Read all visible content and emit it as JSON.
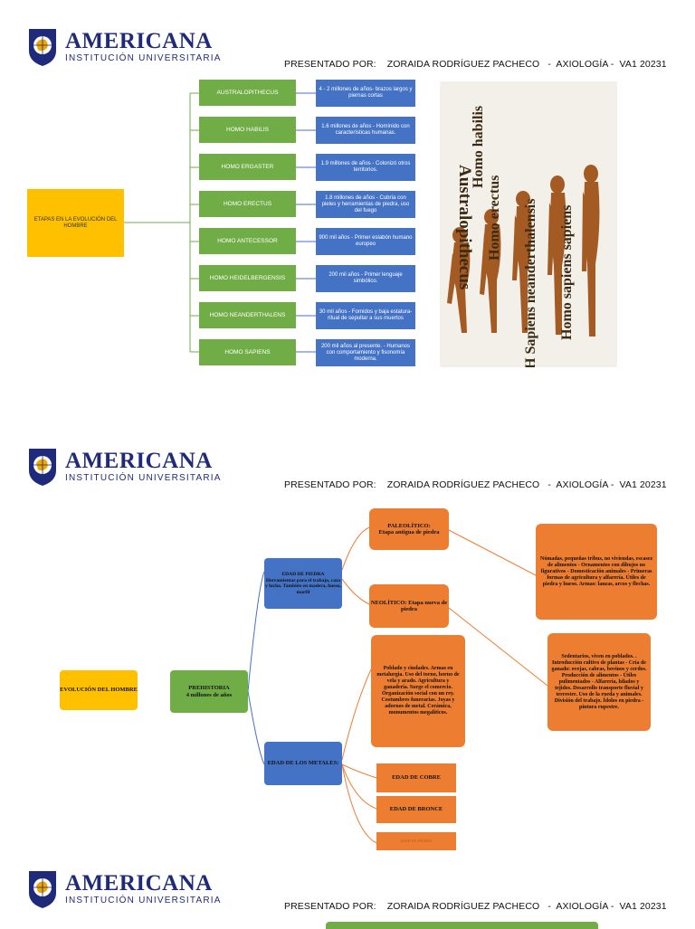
{
  "header": {
    "logo_name": "AMERICANA",
    "logo_subtitle": "INSTITUCIÓN UNIVERSITARIA",
    "presented": "PRESENTADO POR:    ZORAIDA RODRÍGUEZ PACHECO   -  AXIOLOGÍA -  VA1 20231"
  },
  "page1": {
    "root": "ETAPAS EN LA EVOLUCIÓN DEL HOMBRE",
    "stages": [
      {
        "name": "AUSTRALOPITHECUS",
        "desc": "4 - 2 millones de años- brazos largos y piernas cortas"
      },
      {
        "name": "HOMO HABILIS",
        "desc": "1.6 millones de años -  Homínido con características humanas."
      },
      {
        "name": "HOMO ERGASTER",
        "desc": "1.9 millones de años - Colonizó otros territorios."
      },
      {
        "name": "HOMO ERECTUS",
        "desc": "1.8 millones de años -  Cubría con pieles y herramientas de piedra, uso del fuego"
      },
      {
        "name": "HOMO ANTECESSOR",
        "desc": "900 mil  años -  Primer eslabón humano europeo"
      },
      {
        "name": "HOMO HEIDELBERGENSIS",
        "desc": "200 mil años - Primer lenguaje simbólico."
      },
      {
        "name": "HOMO NEANDERTHALENS",
        "desc": "30 mil años - Fornidos y baja estatura- ritual de sepultar a sus muertos"
      },
      {
        "name": "HOMO SAPIENS",
        "desc": "200 mil años al presente. - Humanos con comportamiento y fisonomía moderna."
      }
    ],
    "image_labels": [
      "Australopithecus",
      "Homo habilis",
      "Homo erectus",
      "H Sapiens neanderthalensis",
      "Homo sapiens sapiens"
    ]
  },
  "page2": {
    "root": "EVOLUCIÓN DEL HOMBRE",
    "prehistoria": "PREHISTORIA\n4 millones de años",
    "edad_piedra": "EDAD DE PIEDRA\nHerramientas para el trabajo, caza y lucha. También en madera, hueso, marfil",
    "paleolitico": "PALEOLÍTICO:\nEtapa antigua de piedra",
    "paleolitico_desc": "Nómadas, pequeñas tribus, no viviendas, escasez de alimentos - Ornamentos con dibujos no figurativos - Domesticación animales - Primeras formas de agricultura y alfarería. Útiles de piedra y hueso.  Armas: lanzas, arcos y flechas.",
    "neolitico": "NEOLÍTICO:  Etapa nueva de piedra",
    "neolitico_desc": "Sedentarios, viven en poblados. . Introducción cultivo de plantas - Cría de ganado: ovejas, cabras, bovinos y cerdos. Producción de alimentos - Útiles pulimentados - Alfarería, hilados y tejidos. Desarrollo transporte fluvial y terrestre. Uso de la rueda y animales. División del trabajo. Ídolos en piedra - pintura rupestre.",
    "metales_desc": "Poblado y ciudades. Armas en metalurgia. Uso del torno, horno de vela y arado. Agricultura y ganadería. Surge el comercio. Organización social con un rey. Costumbres funerarias. Joyas y adornos de metal. Cerámica, monumentos megalíticos.",
    "edad_metales": "EDAD DE LOS METALES:",
    "cobre": "EDAD DE COBRE",
    "bronce": "EDAD DE BRONCE",
    "hierro": "EDAD DE HIERRO"
  },
  "colors": {
    "green": "#71ad47",
    "blue": "#4472c4",
    "yellow": "#ffc000",
    "orange": "#ed7d31",
    "brand": "#1f2a7a"
  }
}
